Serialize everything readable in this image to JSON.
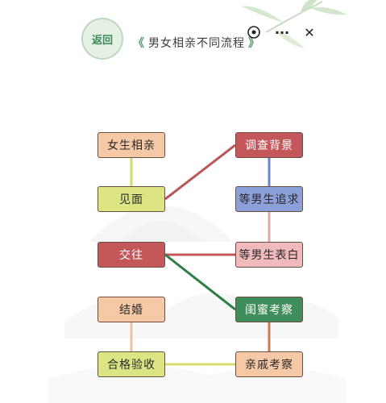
{
  "header": {
    "back_label": "返回",
    "title": "男女相亲不同流程",
    "icons": [
      "capsule-dot-icon",
      "more-icon",
      "close-icon"
    ],
    "more_glyph": "···",
    "close_glyph": "✕"
  },
  "nodes": [
    {
      "id": "n1",
      "label": "女生相亲",
      "color": "#f6c9a6"
    },
    {
      "id": "n2",
      "label": "见面",
      "color": "#dde483"
    },
    {
      "id": "n3",
      "label": "交往",
      "color": "#c4575a"
    },
    {
      "id": "n4",
      "label": "结婚",
      "color": "#f6c9a6"
    },
    {
      "id": "n5",
      "label": "合格验收",
      "color": "#dde483"
    },
    {
      "id": "n6",
      "label": "调查背景",
      "color": "#c4575a"
    },
    {
      "id": "n7",
      "label": "等男生追求",
      "color": "#8b9fd8"
    },
    {
      "id": "n8",
      "label": "等男生表白",
      "color": "#f0b9bc"
    },
    {
      "id": "n9",
      "label": "闺蜜考察",
      "color": "#3f8d5a"
    },
    {
      "id": "n10",
      "label": "亲戚考察",
      "color": "#f6c9a6"
    }
  ],
  "links": [
    {
      "from": "n1",
      "to": "n2",
      "color": "#d6dc6b"
    },
    {
      "from": "n2",
      "to": "n6",
      "color": "#b9575a"
    },
    {
      "from": "n6",
      "to": "n7",
      "color": "#6e86c8"
    },
    {
      "from": "n7",
      "to": "n8",
      "color": "#e4a9ac"
    },
    {
      "from": "n3",
      "to": "n8",
      "color": "#c4575a"
    },
    {
      "from": "n3",
      "to": "n9",
      "color": "#2f7d47"
    },
    {
      "from": "n4",
      "to": "n5",
      "color": "#f0c0a0"
    },
    {
      "from": "n9",
      "to": "n10",
      "color": "#c97a55"
    },
    {
      "from": "n5",
      "to": "n10",
      "color": "#d6dc6b"
    }
  ]
}
